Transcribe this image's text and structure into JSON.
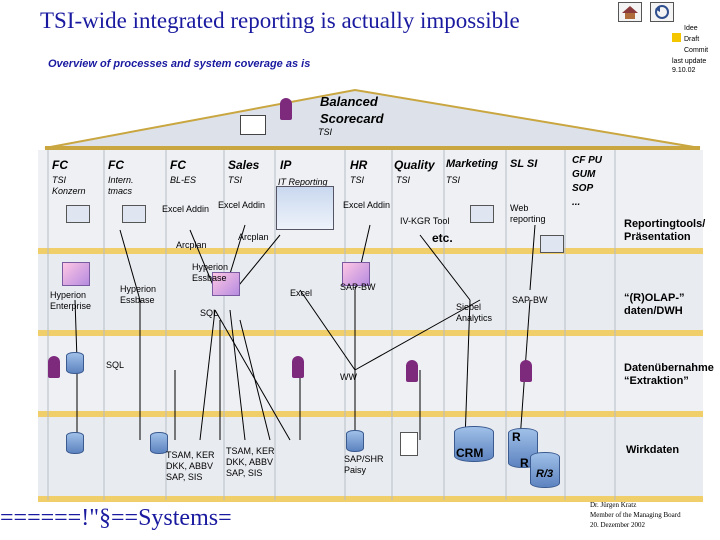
{
  "title": "TSI-wide integrated reporting is actually impossible",
  "subtitle": "Overview of processes and system coverage as is",
  "status": {
    "items": [
      "Idee",
      "Draft",
      "Commit"
    ],
    "last_update_label": "last update",
    "last_update_date": "9.10.02"
  },
  "nav_icons": [
    "home-icon",
    "back-icon"
  ],
  "roof": {
    "title_line1": "Balanced",
    "title_line2": "Scorecard",
    "sub": "TSI"
  },
  "columns": [
    {
      "head": "FC",
      "sub": "TSI Konzern"
    },
    {
      "head": "FC",
      "sub": "Intern. tmacs"
    },
    {
      "head": "FC",
      "sub": "BL-ES"
    },
    {
      "head": "Sales",
      "sub": "TSI"
    },
    {
      "head": "IP",
      "sub": "IT Reporting"
    },
    {
      "head": "HR",
      "sub": "TSI"
    },
    {
      "head": "Quality",
      "sub": "TSI"
    },
    {
      "head": "Marketing",
      "sub": "TSI"
    },
    {
      "head": "SL SI",
      "sub": ""
    }
  ],
  "cf_column": {
    "line1": "CF PU",
    "line2": "GUM",
    "line3": "SOP",
    "line4": "..."
  },
  "tools": {
    "excel_addin_1": "Excel Addin",
    "excel_addin_2": "Excel Addin",
    "excel_addin_3": "Excel Addin",
    "arcplan_1": "Arcplan",
    "arcplan_2": "Arcplan",
    "ivkgr": "IV-KGR Tool",
    "etc": "etc.",
    "web_reporting": "Web reporting"
  },
  "olap": {
    "hyperion_enterprise": "Hyperion Enterprise",
    "hyperion_essbase_1": "Hyperion Essbase",
    "hyperion_essbase_2": "Hyperion Essbase",
    "excel": "Excel",
    "sql": "SQL",
    "sap_bw_1": "SAP-BW",
    "siebel_analytics": "Siebel Analytics",
    "sap_bw_2": "SAP-BW"
  },
  "extraction": {
    "sql": "SQL",
    "ww": "WW"
  },
  "sources": {
    "tsam_1": "TSAM, KER",
    "tsam_2": "TSAM, KER",
    "dkk_1": "DKK, ABBV",
    "dkk_2": "DKK, ABBV",
    "sap_sis_1": "SAP, SIS",
    "sap_sis_2": "SAP, SIS",
    "sap_shr": "SAP/SHR",
    "paisy": "Paisy",
    "crm": "CRM",
    "r_1": "R",
    "r_2": "R",
    "r3": "R/3"
  },
  "layers": {
    "reporting": "Reportingtools/ Präsentation",
    "olap": "“(R)OLAP-” daten/DWH",
    "extraction": "Datenübernahme “Extraktion”",
    "raw": "Wirkdaten"
  },
  "foundation": "======!\"§==Systems=",
  "author": {
    "name": "Dr. Jürgen Kratz",
    "role": "Member of the Managing Board",
    "date": "20. Dezember 2002"
  },
  "colors": {
    "title": "#1a1aa0",
    "beam": "#f0ce6a",
    "floor": "#d8dde6",
    "arrow": "#000000",
    "status": "#f3c600"
  }
}
